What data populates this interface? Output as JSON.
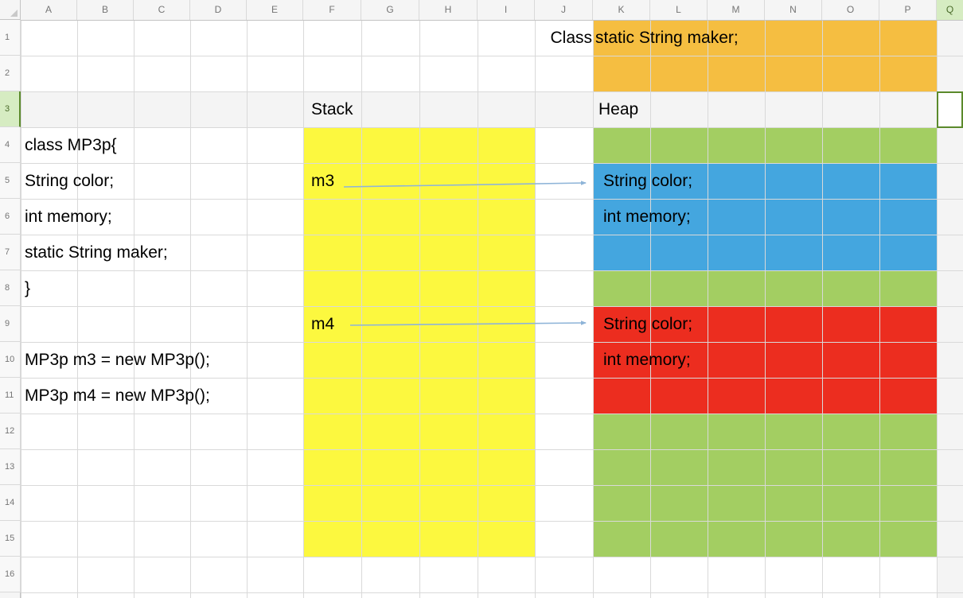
{
  "app": {
    "type": "spreadsheet",
    "title": "Java Stack and Heap memory diagram"
  },
  "grid": {
    "column_headers": [
      "A",
      "B",
      "C",
      "D",
      "E",
      "F",
      "G",
      "H",
      "I",
      "J",
      "K",
      "L",
      "M",
      "N",
      "O",
      "P",
      "Q"
    ],
    "row_headers": [
      "1",
      "2",
      "3",
      "4",
      "5",
      "6",
      "7",
      "8",
      "9",
      "10",
      "11",
      "12",
      "13",
      "14",
      "15",
      "16"
    ],
    "selected_cell": "Q3",
    "selected_row": "3",
    "selected_column": "Q"
  },
  "cells": {
    "j1_class_label": "Class",
    "k1_static_field": "static String maker;",
    "f3_stack_label": "Stack",
    "k3_heap_label": "Heap",
    "a4_class_decl": "class MP3p{",
    "a5_string_color": " String color;",
    "a6_int_memory": " int memory;",
    "a7_static_maker": " static String maker;",
    "a8_close_brace": "}",
    "a10_new_m3": "MP3p m3 = new MP3p();",
    "a11_new_m4": "MP3p m4 = new MP3p();",
    "f5_m3_ref": "m3",
    "f9_m4_ref": "m4",
    "k5_heap_string_color": "String color;",
    "k6_heap_int_memory": "int memory;",
    "k9_heap2_string_color": "String color;",
    "k10_heap2_int_memory": "int memory;"
  },
  "blocks": {
    "orange_static_area": {
      "label": "static-field-area",
      "color": "#F5BE41",
      "span": "K1:P2"
    },
    "yellow_stack_area": {
      "label": "stack-area",
      "color": "#FCF83F",
      "span": "F4:I15"
    },
    "green_heap_area_top": {
      "label": "heap-free-space",
      "color": "#A3CE62",
      "span": "K4:P4"
    },
    "blue_object_m3": {
      "label": "heap-object-m3",
      "color": "#44A6DF",
      "span": "K5:P7"
    },
    "green_heap_gap": {
      "label": "heap-free-space",
      "color": "#A3CE62",
      "span": "K8:P8"
    },
    "red_object_m4": {
      "label": "heap-object-m4",
      "color": "#EC2D1F",
      "span": "K9:P11"
    },
    "green_heap_area_bottom": {
      "label": "heap-free-space",
      "color": "#A3CE62",
      "span": "K12:P15"
    }
  },
  "arrows": [
    {
      "name": "m3-reference-arrow",
      "from": "m3",
      "to": "heap-object-m3",
      "color": "#8EB4D8"
    },
    {
      "name": "m4-reference-arrow",
      "from": "m4",
      "to": "heap-object-m4",
      "color": "#8EB4D8"
    }
  ],
  "colors": {
    "orange": "#F5BE41",
    "yellow": "#FCF83F",
    "green": "#A3CE62",
    "blue": "#44A6DF",
    "red": "#EC2D1F",
    "arrow": "#8EB4D8",
    "selection": "#5b8a2b",
    "header_selected": "#d6ecc2",
    "gridline": "#d9d9d9"
  }
}
